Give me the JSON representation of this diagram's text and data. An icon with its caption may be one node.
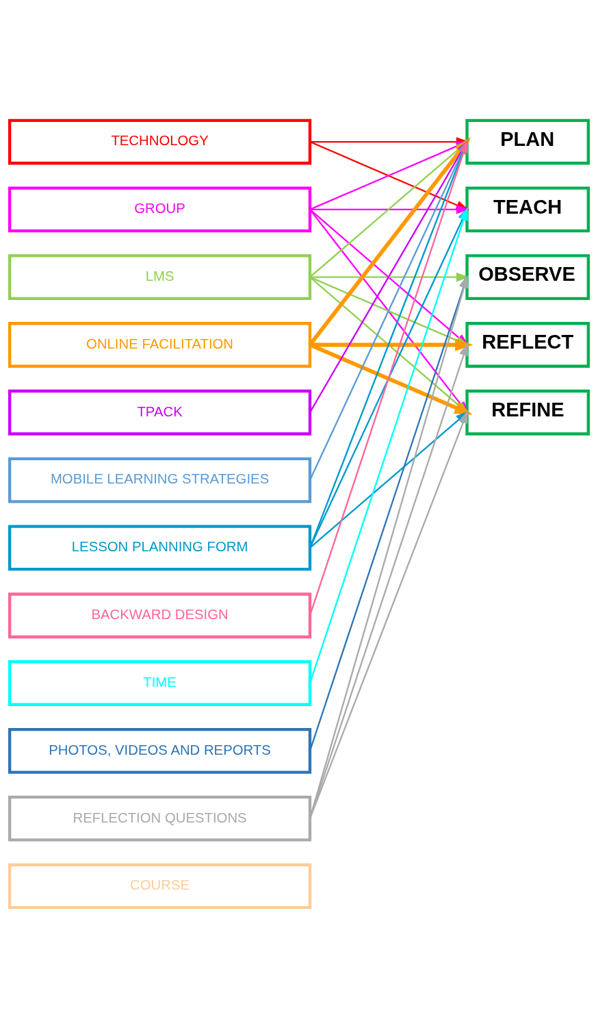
{
  "diagram": {
    "nodes": [
      {
        "text": [
          "TECHNOLOGY"
        ]
      },
      {
        "text": [
          "GROUP"
        ]
      },
      {
        "text": [
          "LMS"
        ]
      },
      {
        "text": [
          "ONLINE FACILITATION"
        ]
      },
      {
        "text": [
          "TPACK"
        ]
      },
      {
        "text": [
          "MOBILE LEARNING STRATEGIES"
        ]
      },
      {
        "text": [
          "LESSON PLANNING FORM"
        ]
      },
      {
        "text": [
          "BACKWARD DESIGN"
        ]
      },
      {
        "text": [
          "TIME"
        ]
      },
      {
        "text": [
          "PHOTOS, VIDEOS AND REPORTS"
        ]
      },
      {
        "text": [
          "REFLECTION QUESTIONS"
        ]
      },
      {
        "text": [
          "COURSE"
        ]
      },
      {
        "text": [
          "PLAN"
        ]
      },
      {
        "text": [
          "TEACH"
        ]
      },
      {
        "text": [
          "OBSERVE"
        ]
      },
      {
        "text": [
          "REFLECT"
        ]
      },
      {
        "text": [
          "REFINE"
        ]
      }
    ],
    "edges": [
      {
        "from": 0,
        "to": 12,
        "arrow": "to",
        "color": "#ff0000"
      },
      {
        "from": 0,
        "to": 13,
        "arrow": "to",
        "color": "#ff0000"
      },
      {
        "from": 1,
        "to": 12,
        "arrow": "to",
        "color": "#ff00ff"
      },
      {
        "from": 1,
        "to": 13,
        "arrow": "to",
        "color": "#ff00ff"
      },
      {
        "from": 1,
        "to": 15,
        "arrow": "to",
        "color": "#ff00ff"
      },
      {
        "from": 1,
        "to": 16,
        "arrow": "to",
        "color": "#ff00ff"
      },
      {
        "from": 2,
        "to": 12,
        "arrow": "to",
        "color": "#92d050"
      },
      {
        "from": 2,
        "to": 14,
        "arrow": "to",
        "color": "#92d050"
      },
      {
        "from": 2,
        "to": 15,
        "arrow": "to",
        "color": "#92d050"
      },
      {
        "from": 2,
        "to": 16,
        "arrow": "to",
        "color": "#92d050"
      },
      {
        "from": 3,
        "to": 12,
        "arrow": "to",
        "style": "thick",
        "color": "#ff9900"
      },
      {
        "from": 3,
        "to": 15,
        "arrow": "to",
        "style": "thick",
        "color": "#ff9900"
      },
      {
        "from": 3,
        "to": 16,
        "arrow": "to",
        "style": "thick",
        "color": "#ff9900"
      },
      {
        "from": 4,
        "to": 12,
        "arrow": "to",
        "color": "#cc00ff"
      },
      {
        "from": 5,
        "to": 12,
        "arrow": "to",
        "color": "#5b9bd5"
      },
      {
        "from": 6,
        "to": 12,
        "arrow": "to",
        "color": "#0099cc"
      },
      {
        "from": 6,
        "to": 13,
        "arrow": "to",
        "color": "#0099cc"
      },
      {
        "from": 6,
        "to": 16,
        "arrow": "to",
        "color": "#0099cc"
      },
      {
        "from": 7,
        "to": 12,
        "arrow": "to",
        "color": "#ff6699"
      },
      {
        "from": 8,
        "to": 13,
        "arrow": "to",
        "color": "#00ffff"
      },
      {
        "from": 9,
        "to": 14,
        "arrow": "to",
        "color": "#2e75b6"
      },
      {
        "from": 10,
        "to": 14,
        "arrow": "to",
        "color": "#aaaaaa"
      },
      {
        "from": 10,
        "to": 15,
        "arrow": "to",
        "color": "#aaaaaa"
      },
      {
        "from": 10,
        "to": 16,
        "arrow": "to",
        "color": "#aaaaaa"
      }
    ]
  }
}
